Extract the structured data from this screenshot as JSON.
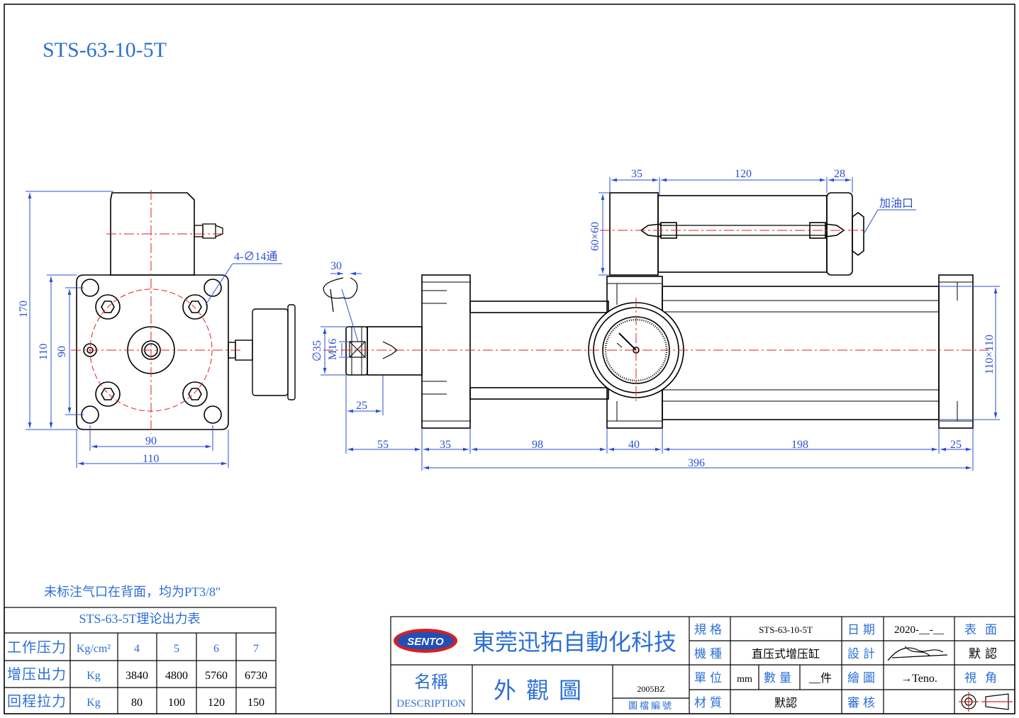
{
  "title": "STS-63-10-5T",
  "note": "未标注气口在背面，均为PT3/8″",
  "left_view": {
    "dim_170": "170",
    "dim_110_v": "110",
    "dim_90_v": "90",
    "dim_90_h": "90",
    "dim_110_h": "110",
    "hole_callout": "4-∅14通"
  },
  "side_view": {
    "dim_35_top": "35",
    "dim_120_top": "120",
    "dim_28_top": "28",
    "dim_60x60": "60×60",
    "oil_port": "加油口",
    "dim_30": "30",
    "dim_phi35": "∅35",
    "dim_m16": "M16",
    "dim_25_rod": "25",
    "dim_110x110": "110×110",
    "dim_55": "55",
    "dim_35": "35",
    "dim_98": "98",
    "dim_40": "40",
    "dim_198": "198",
    "dim_25": "25",
    "dim_396": "396"
  },
  "force_table": {
    "title": "STS-63-5T理论出力表",
    "rows": [
      {
        "label": "工作压力",
        "unit": "Kg/cm²",
        "values": [
          "4",
          "5",
          "6",
          "7"
        ]
      },
      {
        "label": "增压出力",
        "unit": "Kg",
        "values": [
          "3840",
          "4800",
          "5760",
          "6730"
        ]
      },
      {
        "label": "回程拉力",
        "unit": "Kg",
        "values": [
          "80",
          "100",
          "120",
          "150"
        ]
      }
    ]
  },
  "title_block": {
    "logo": "SENTO",
    "company": "東莞迅拓自動化科技",
    "name_label": "名稱",
    "name_label_en": "DESCRIPTION",
    "drawing_name": "外觀圖",
    "doc_no": "2005BZ",
    "doc_no_label": "圖檔編號",
    "spec_label": "規格",
    "spec_value": "STS-63-10-5T",
    "type_label": "機種",
    "type_value": "直压式增压缸",
    "unit_label": "單位",
    "unit_value": "mm",
    "qty_label": "數量",
    "qty_value": "__件",
    "material_label": "材質",
    "material_value": "默認",
    "date_label": "日期",
    "date_value": "2020-__-__",
    "design_label": "設計",
    "drawn_label": "繪圖",
    "drawn_value": "→Teno.",
    "check_label": "審核",
    "surface_label": "表面",
    "surface_value": "默認",
    "view_label": "視角"
  },
  "colors": {
    "outline": "#000000",
    "dimension": "#2b4fd6",
    "centerline": "#e02020",
    "text_blue": "#2b6fd6"
  }
}
